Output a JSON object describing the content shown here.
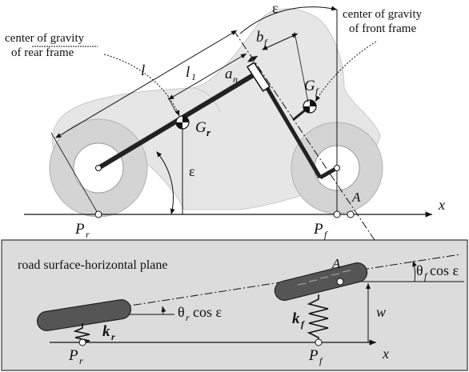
{
  "top_diagram": {
    "label_epsilon_top": "ε",
    "label_epsilon_angle": "ε",
    "label_l": "l",
    "label_l1": "l",
    "label_l1_sub": "1",
    "label_an": "a",
    "label_an_sub": "n",
    "label_bf": "b",
    "label_bf_sub": "f",
    "label_Gf": "G",
    "label_Gf_sub": "f",
    "label_Gr": "G",
    "label_Gr_sub": "r",
    "label_A": "A",
    "label_x": "x",
    "label_Pr": "P",
    "label_Pr_sub": "r",
    "label_Pf": "P",
    "label_Pf_sub": "f",
    "cg_rear_line1": "center of gravity",
    "cg_rear_line2": "of rear frame",
    "cg_front_line1": "center of gravity",
    "cg_front_line2": "of front frame"
  },
  "bottom_diagram": {
    "title": "road surface-horizontal plane",
    "label_A": "A",
    "label_theta_f": "θ",
    "label_theta_f_sub": "f",
    "label_theta_f_tail": "cos ε",
    "label_theta_r": "θ",
    "label_theta_r_sub": "r",
    "label_theta_r_tail": "cos ε",
    "label_w": "w",
    "label_kf": "k",
    "label_kf_sub": "f",
    "label_kr": "k",
    "label_kr_sub": "r",
    "label_Pr": "P",
    "label_Pr_sub": "r",
    "label_Pf": "P",
    "label_Pf_sub": "f",
    "label_x": "x"
  },
  "colors": {
    "body_fill": "#e6e6e6",
    "panel_fill": "#dcdcdc",
    "frame_dark": "#222222",
    "wheel_fill": "#d4d4d4"
  }
}
